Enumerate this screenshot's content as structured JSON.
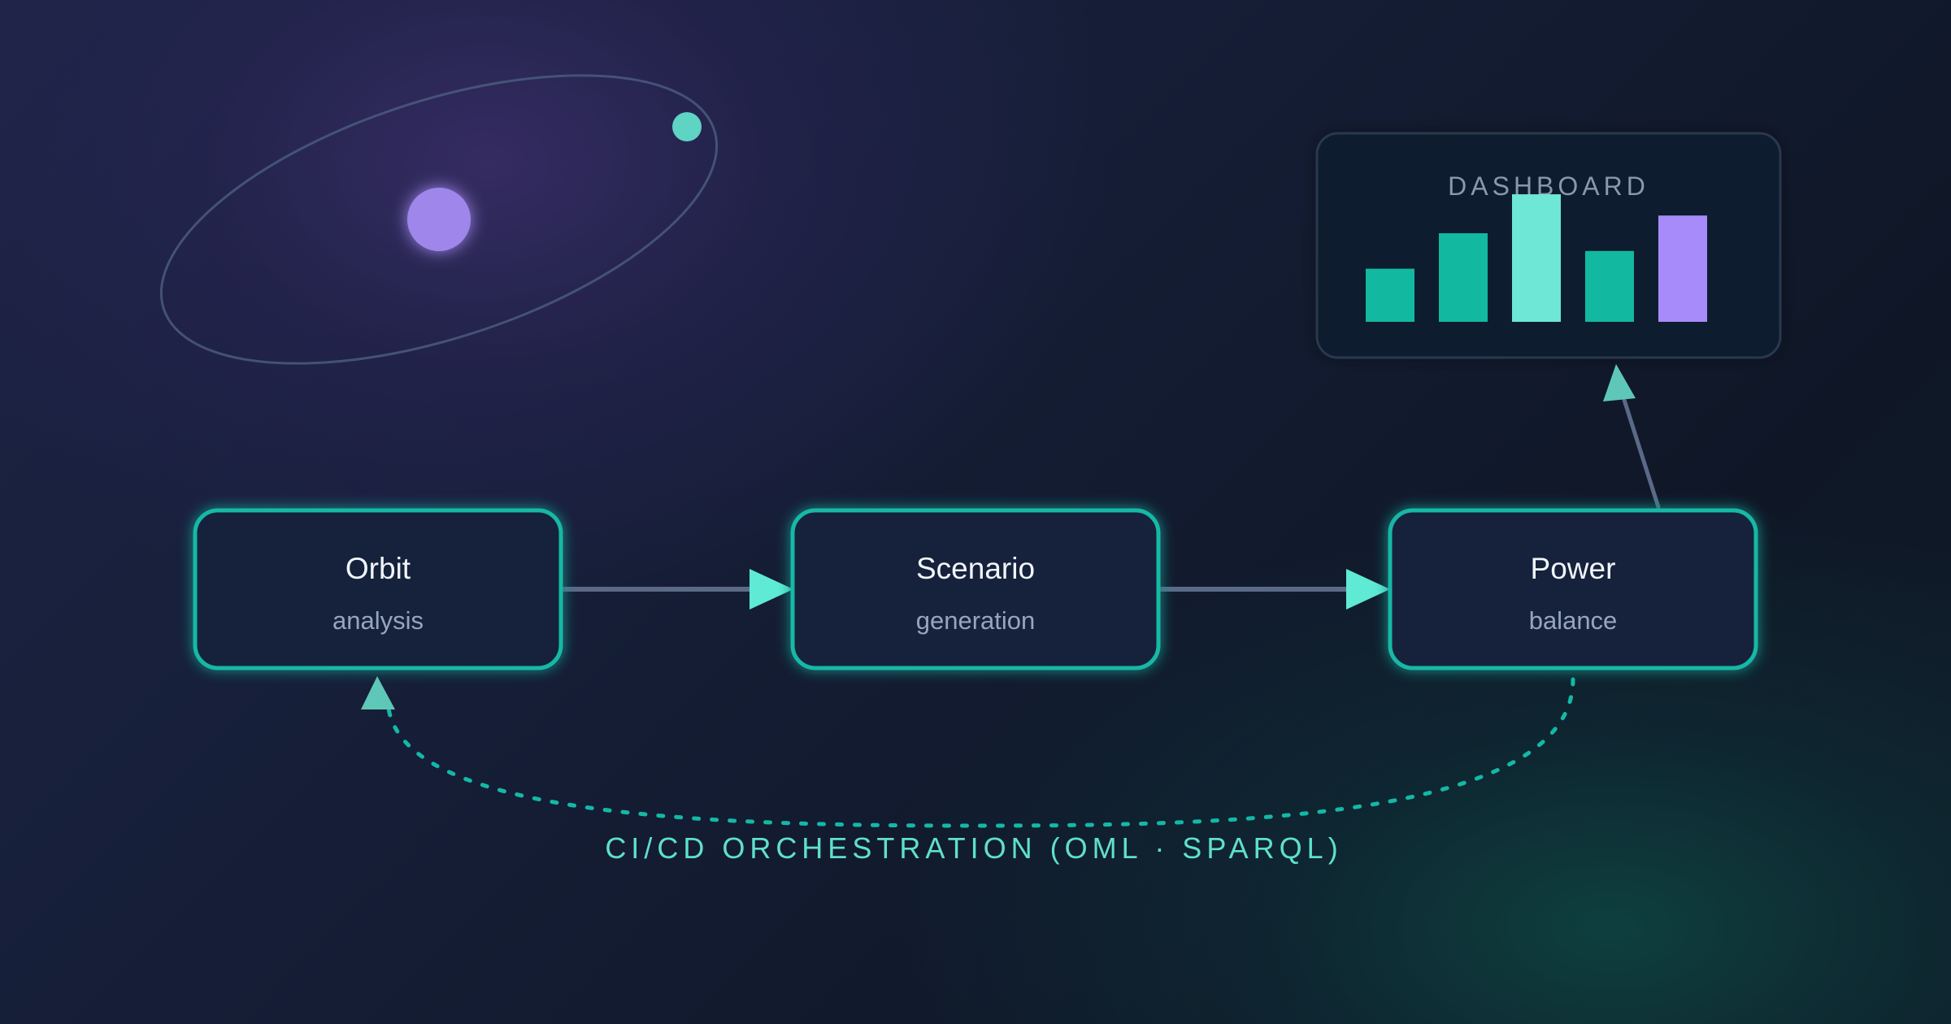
{
  "nodes": [
    {
      "id": "orbit",
      "title": "Orbit",
      "subtitle": "analysis"
    },
    {
      "id": "scenario",
      "title": "Scenario",
      "subtitle": "generation"
    },
    {
      "id": "power",
      "title": "Power",
      "subtitle": "balance"
    }
  ],
  "dashboard": {
    "title": "DASHBOARD",
    "bars": [
      {
        "value": 0.3,
        "color": "#12b8a0"
      },
      {
        "value": 0.5,
        "color": "#12b8a0"
      },
      {
        "value": 0.72,
        "color": "#6ee7d6"
      },
      {
        "value": 0.4,
        "color": "#12b8a0"
      },
      {
        "value": 0.6,
        "color": "#a78bfa"
      }
    ]
  },
  "loop": {
    "label": "CI/CD ORCHESTRATION (OML · SPARQL)"
  },
  "colors": {
    "accent": "#14b8a6",
    "accent_light": "#5eead4",
    "planet": "#9f86ea",
    "satellite": "#5fd3c4",
    "connector": "#5a6a86"
  }
}
